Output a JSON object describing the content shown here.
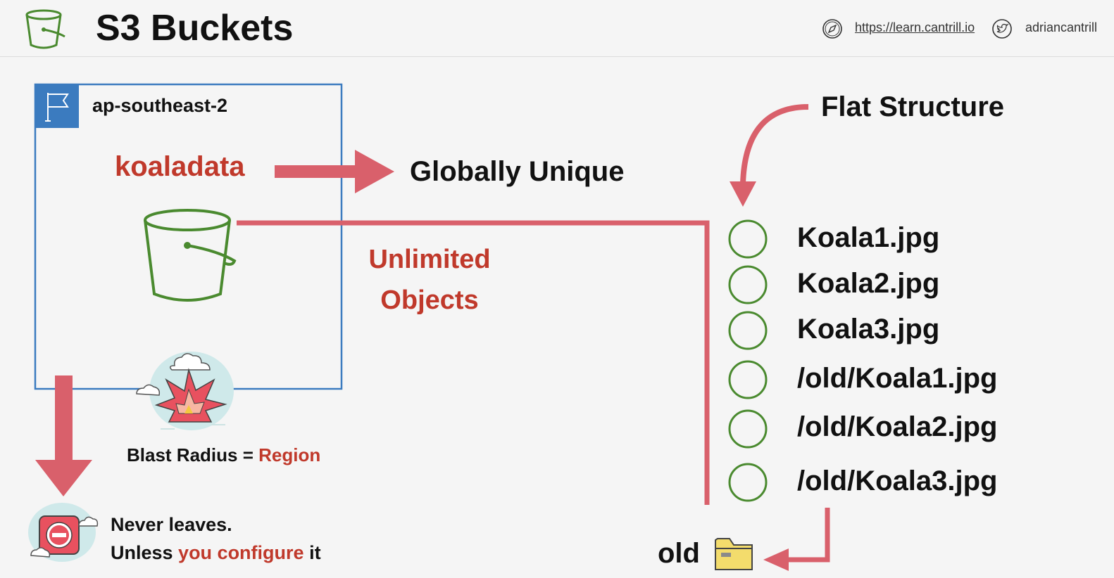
{
  "header": {
    "title": "S3 Buckets",
    "link": "https://learn.cantrill.io",
    "handle": "adriancantrill"
  },
  "region": {
    "name": "ap-southeast-2"
  },
  "bucket": {
    "name": "koaladata",
    "naming_label": "Globally Unique",
    "objects_line1": "Unlimited",
    "objects_line2": "Objects"
  },
  "blast": {
    "label": "Blast Radius = ",
    "value": "Region"
  },
  "data_residency": {
    "line1": "Never leaves.",
    "line2_prefix": "Unless ",
    "line2_highlight": "you configure",
    "line2_suffix": " it"
  },
  "structure": {
    "label": "Flat Structure",
    "objects": [
      "Koala1.jpg",
      "Koala2.jpg",
      "Koala3.jpg",
      "/old/Koala1.jpg",
      "/old/Koala2.jpg",
      "/old/Koala3.jpg"
    ],
    "folder_label": "old"
  },
  "colors": {
    "arrow": "#d9606b",
    "accent_text": "#c0392b",
    "bucket_green": "#4a8a2f",
    "region_blue": "#3b7bbf"
  },
  "icons": [
    "bucket-icon",
    "compass-icon",
    "twitter-icon",
    "flag-icon",
    "explosion-icon",
    "no-entry-icon",
    "folder-icon"
  ]
}
